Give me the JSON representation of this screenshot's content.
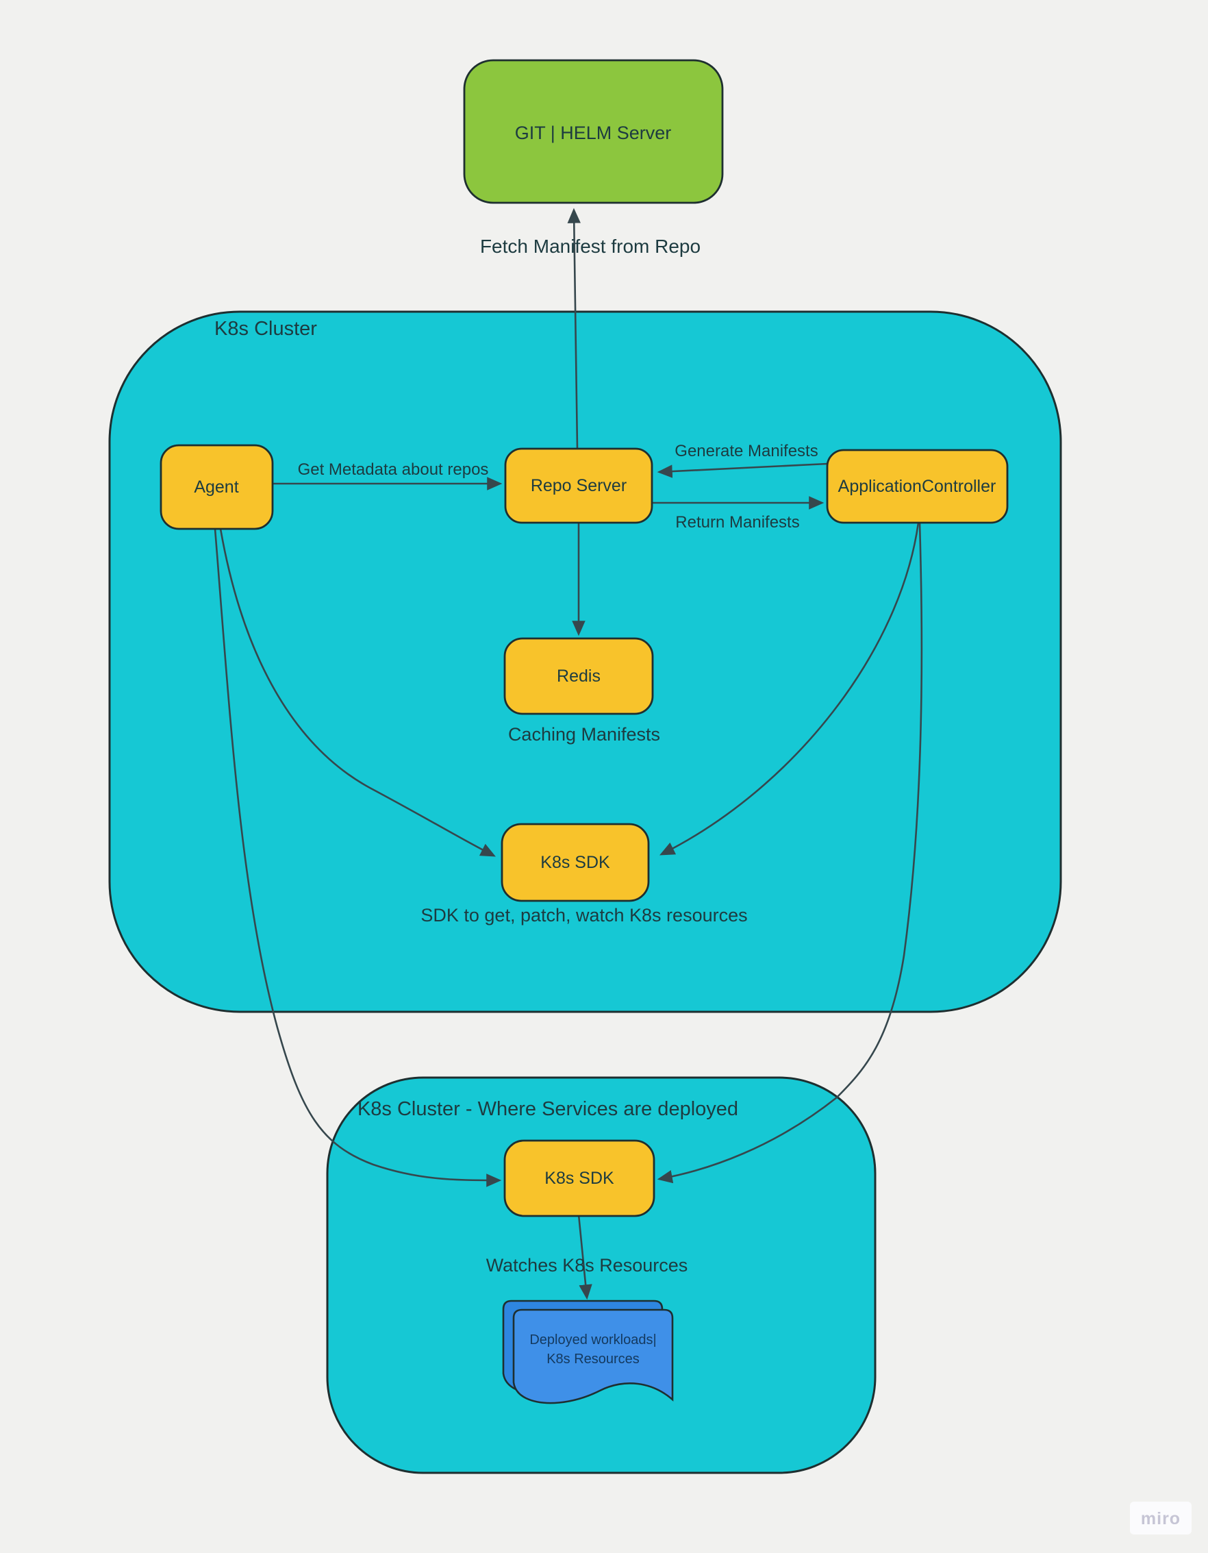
{
  "colors": {
    "background": "#f1f1ef",
    "cluster-fill": "#16c8d4",
    "node-fill": "#f8c32b",
    "git-fill": "#8cc63e",
    "doc-front-fill": "#3f90e8",
    "doc-back-fill": "#2e86e0",
    "shape-stroke": "#1e2f30",
    "edge-stroke": "#36474d",
    "text-color": "#1d3b40",
    "doc-text-color": "#143a60",
    "watermark-bg": "#fbfbfd",
    "watermark-text": "#c6c5d5"
  },
  "clusters": {
    "main": {
      "label": "K8s Cluster"
    },
    "deploy": {
      "label": "K8s Cluster - Where Services are deployed"
    }
  },
  "nodes": {
    "git_helm": {
      "label": "GIT | HELM Server"
    },
    "agent": {
      "label": "Agent"
    },
    "repo_server": {
      "label": "Repo Server"
    },
    "app_controller": {
      "label": "ApplicationController"
    },
    "redis": {
      "label": "Redis"
    },
    "k8s_sdk_main": {
      "label": "K8s SDK"
    },
    "k8s_sdk_deploy": {
      "label": "K8s SDK"
    },
    "workloads_doc": {
      "line1": "Deployed workloads|",
      "line2": "K8s Resources"
    }
  },
  "labels": {
    "fetch_manifest": "Fetch Manifest from Repo",
    "get_metadata": "Get Metadata about repos",
    "generate_manifests": "Generate Manifests",
    "return_manifests": "Return Manifests",
    "caching_manifests": "Caching Manifests",
    "sdk_caption": "SDK to get, patch, watch K8s resources",
    "watches_resources": "Watches K8s Resources"
  },
  "watermark": {
    "label": "miro"
  }
}
